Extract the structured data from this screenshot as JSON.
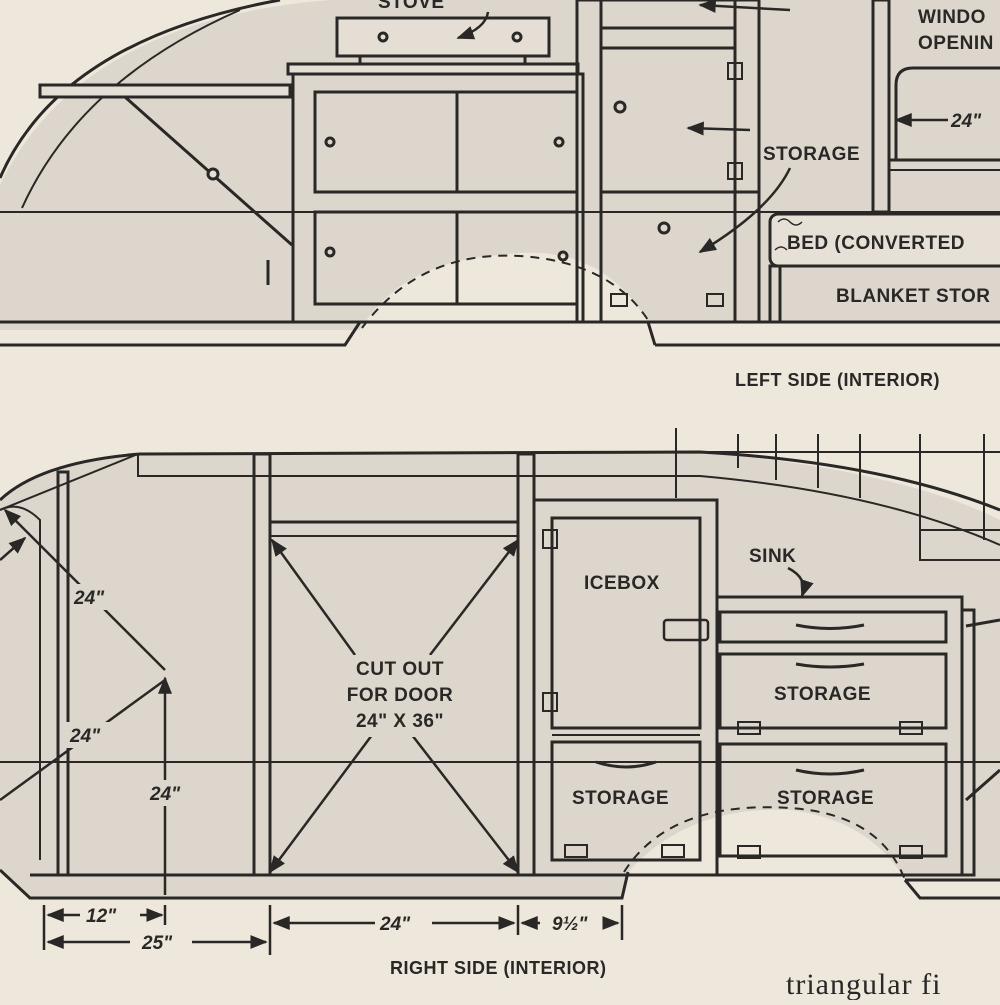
{
  "colors": {
    "paper": "#ede7dc",
    "panel": "#dcd6cc",
    "ink": "#2a2826"
  },
  "left_side": {
    "caption": "LEFT SIDE (INTERIOR)",
    "labels": {
      "stove": "STOVE",
      "window": "WINDO",
      "opening": "OPENIN",
      "storage": "STORAGE",
      "bed": "BED (CONVERTED",
      "blanket": "BLANKET STOR",
      "window_dim": "24\""
    }
  },
  "right_side": {
    "caption": "RIGHT SIDE (INTERIOR)",
    "labels": {
      "icebox": "ICEBOX",
      "sink": "SINK",
      "storage_right": "STORAGE",
      "storage_lower_left": "STORAGE",
      "storage_lower_right": "STORAGE",
      "cutout_line1": "CUT OUT",
      "cutout_line2": "FOR DOOR",
      "cutout_line3": "24\" X 36\""
    },
    "dimensions": {
      "diag_upper": "24\"",
      "diag_lower": "24\"",
      "vertical": "24\"",
      "d12": "12\"",
      "d25": "25\"",
      "d24": "24\"",
      "d9half": "9½\""
    }
  },
  "body_text": "triangular fi"
}
